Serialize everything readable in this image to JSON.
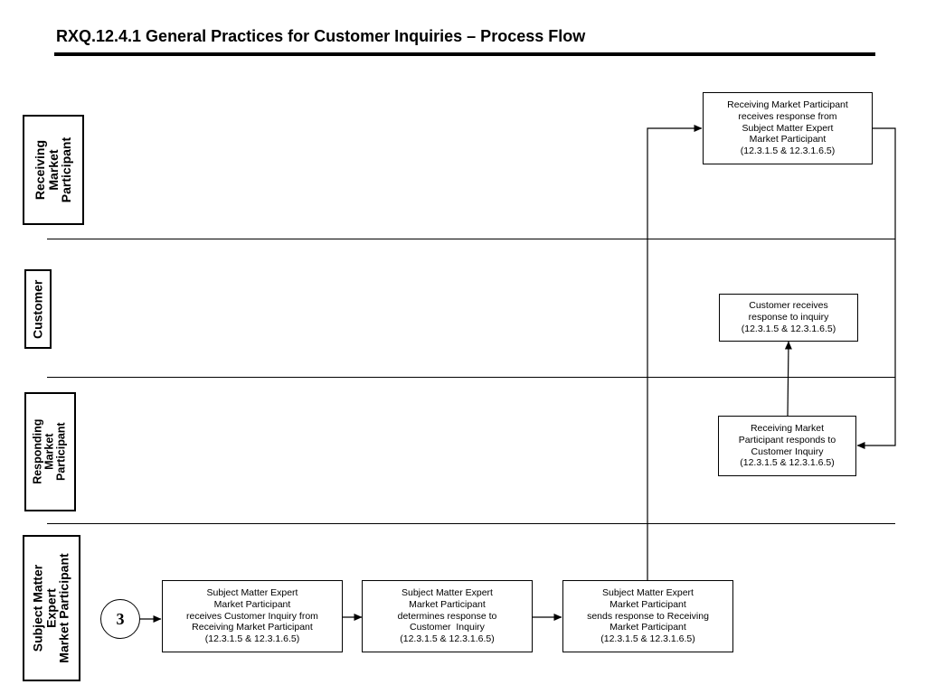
{
  "title": "RXQ.12.4.1 General Practices for Customer Inquiries – Process Flow",
  "lanes": [
    {
      "label": "Receiving\nMarket\nParticipant"
    },
    {
      "label": "Customer"
    },
    {
      "label": "Responding\nMarket\nParticipant"
    },
    {
      "label": "Subject Matter\nExpert\nMarket Participant"
    }
  ],
  "connector": {
    "label": "3"
  },
  "boxes": {
    "sme_receives": "Subject Matter Expert\nMarket Participant\nreceives Customer Inquiry from\nReceiving Market Participant\n(12.3.1.5 & 12.3.1.6.5)",
    "sme_determines": "Subject Matter Expert\nMarket Participant\ndetermines response to\nCustomer  Inquiry\n(12.3.1.5 & 12.3.1.6.5)",
    "sme_sends": "Subject Matter Expert\nMarket Participant\nsends response to Receiving\nMarket Participant\n(12.3.1.5 & 12.3.1.6.5)",
    "rmp_receives": "Receiving Market Participant\nreceives response from\nSubject Matter Expert\nMarket Participant\n(12.3.1.5 & 12.3.1.6.5)",
    "rmp_responds": "Receiving Market\nParticipant responds to\nCustomer Inquiry\n(12.3.1.5 & 12.3.1.6.5)",
    "customer_receives": "Customer receives\nresponse to inquiry\n(12.3.1.5 & 12.3.1.6.5)"
  }
}
